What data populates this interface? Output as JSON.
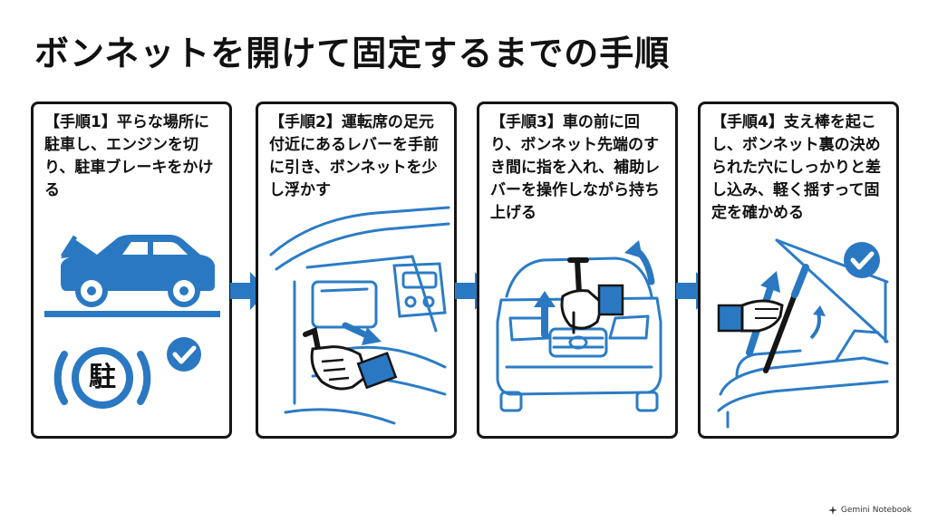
{
  "title": "ボンネットを開けて固定するまでの手順",
  "colors": {
    "accent": "#2a78c2",
    "ink": "#151515",
    "line": "#2b7cc6"
  },
  "steps": [
    {
      "text": "【手順1】平らな場所に駐車し、エンジンを切り、駐車ブレーキをかける",
      "badge": "駐",
      "icons": [
        "car-open-hood-icon",
        "parking-brake-icon",
        "check-icon"
      ]
    },
    {
      "text": "【手順2】運転席の足元付近にあるレバーを手前に引き、ボンネットを少し浮かす",
      "icons": [
        "dashboard-interior-icon",
        "hand-pulling-lever-icon",
        "arrow-icon"
      ]
    },
    {
      "text": "【手順3】車の前に回り、ボンネット先端のすき間に指を入れ、補助レバーを操作しながら持ち上げる",
      "icons": [
        "car-front-icon",
        "hand-lifting-icon",
        "up-arrow-icon"
      ]
    },
    {
      "text": "【手順4】支え棒を起こし、ボンネット裏の決められた穴にしっかりと差し込み、軽く揺すって固定を確かめる",
      "icons": [
        "hood-prop-rod-icon",
        "hand-pushing-icon",
        "check-icon"
      ]
    }
  ],
  "footer": {
    "brand": "Gemini Notebook"
  }
}
